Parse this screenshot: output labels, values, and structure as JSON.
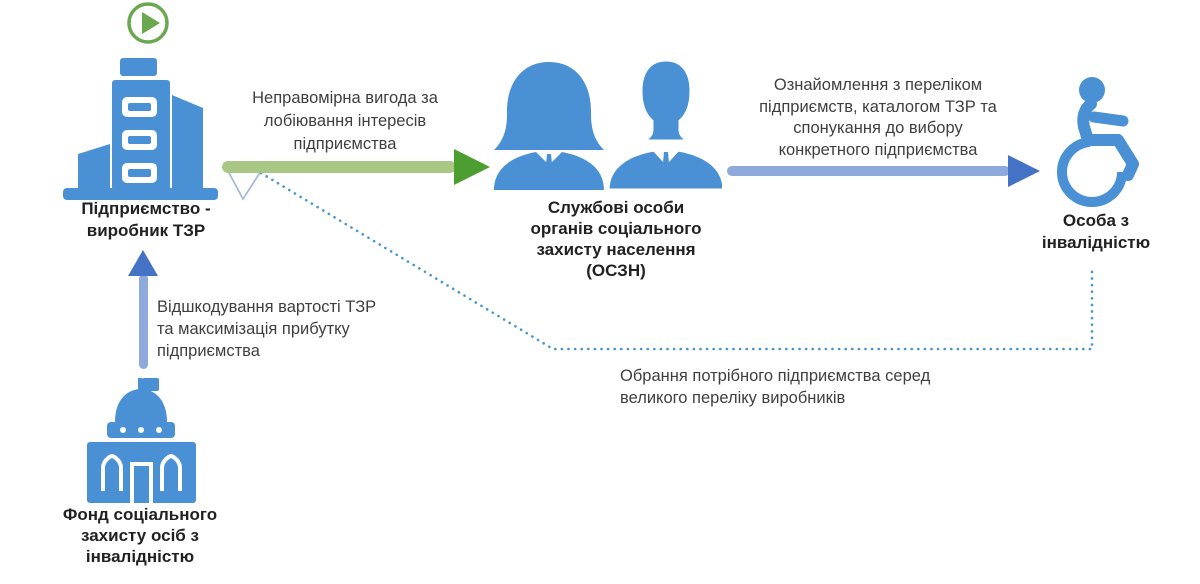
{
  "nodes": {
    "enterprise": {
      "label": "Підприємство -\nвиробник ТЗР"
    },
    "officials": {
      "label": "Службові особи\nорганів соціального\nзахисту населення\n(ОСЗН)"
    },
    "person": {
      "label": "Особа з\nінвалідністю"
    },
    "fund": {
      "label": "Фонд соціального\nзахисту осіб з\nінвалідністю"
    }
  },
  "edges": {
    "bribe": {
      "label": "Неправомірна вигода за\nлобіювання інтересів\nпідприємства"
    },
    "inform": {
      "label": "Ознайомлення з переліком\nпідприємств, каталогом ТЗР та\nспонукання до вибору\nконкретного підприємства"
    },
    "reimburse": {
      "label": "Відшкодування вартості ТЗР\nта максимізація прибутку\nпідприємства"
    },
    "choose": {
      "label": "Обрання потрібного підприємства серед\nвеликого переліку виробників"
    }
  },
  "icons": {
    "play": "play-icon",
    "enterprise": "office-building-icon",
    "officials": "two-people-icon",
    "person": "wheelchair-icon",
    "fund": "government-dome-building-icon"
  },
  "colors": {
    "icon_blue": "#4A90D5",
    "green_arrow_shaft": "#A9C886",
    "green_arrow_head": "#4D9E31",
    "blue_arrow_shaft": "#8EA9DB",
    "blue_arrow_head": "#4472C4",
    "dotted_line": "#4796CE",
    "play_green": "#6AA84F",
    "label_text": "#212121",
    "note_text": "#3F3F3F"
  }
}
